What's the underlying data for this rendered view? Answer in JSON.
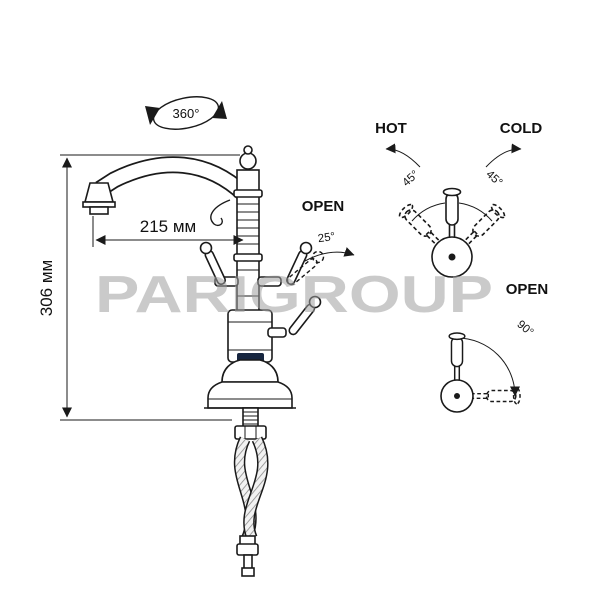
{
  "watermark": "PARIGROUP",
  "colors": {
    "line": "#1a1a1a",
    "watermark": "#a0a0a0",
    "logo_plate": "#16253f"
  },
  "faucet_view": {
    "rotation_label": "360°",
    "spout_reach_label": "215 мм",
    "height_label": "306 мм",
    "open_label": "OPEN",
    "open_angle_label": "25°"
  },
  "handle_diagram": {
    "hot_label": "HOT",
    "cold_label": "COLD",
    "hot_angle_label": "45°",
    "cold_angle_label": "45°"
  },
  "open_diagram": {
    "open_label": "OPEN",
    "angle_label": "90°"
  }
}
